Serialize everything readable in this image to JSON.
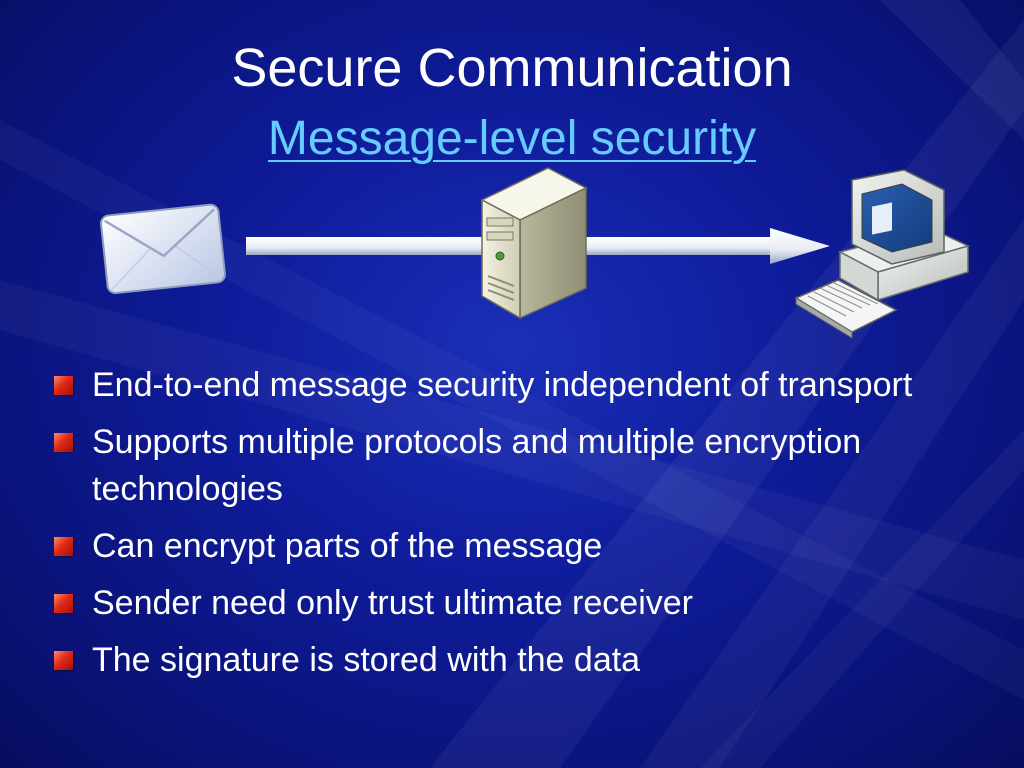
{
  "slide": {
    "title": "Secure Communication",
    "subtitle": "Message-level security",
    "illustration": {
      "icons": [
        "envelope-icon",
        "arrow-icon",
        "server-icon",
        "computer-icon"
      ]
    },
    "bullets": [
      "End-to-end message security independent of transport",
      "Supports multiple protocols and multiple encryption technologies",
      "Can encrypt parts of the message",
      "Sender need only trust ultimate receiver",
      "The signature is stored with the data"
    ],
    "colors": {
      "background": "#0f1c9a",
      "title": "#ffffff",
      "subtitle_link": "#66ccff",
      "bullet_marker": "#e02a16"
    }
  }
}
